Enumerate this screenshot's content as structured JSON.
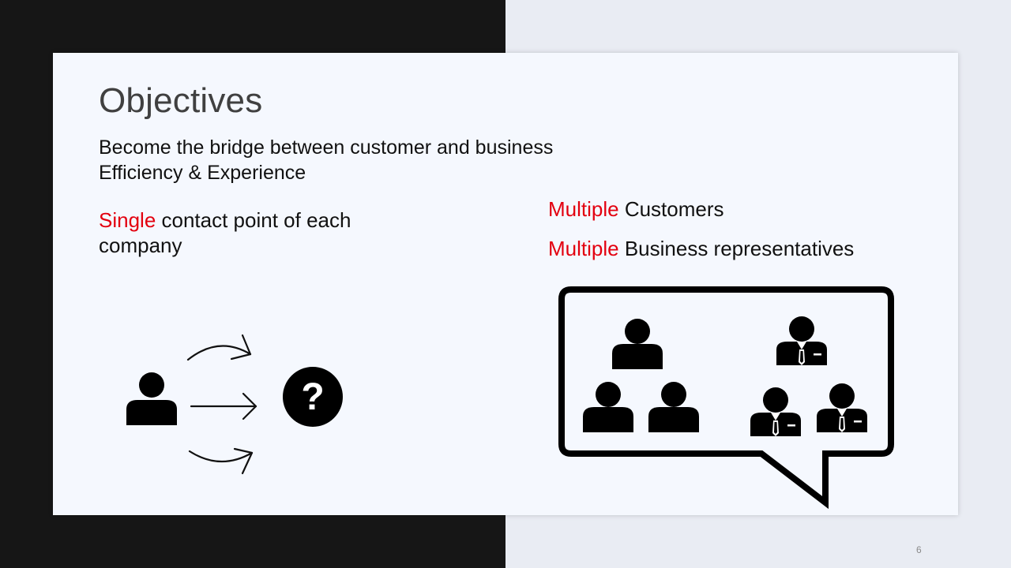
{
  "slide": {
    "title": "Objectives",
    "subtitle_lines": [
      "Become the bridge between customer and business",
      "Efficiency & Experience"
    ],
    "single": {
      "highlight": "Single",
      "text": " contact point of each company"
    },
    "multiple_items": [
      {
        "highlight": "Multiple",
        "text": " Customers"
      },
      {
        "highlight": "Multiple",
        "text": " Business representatives"
      }
    ],
    "page_number": "6"
  },
  "colors": {
    "accent": "#e3000f",
    "left_background": "#161616",
    "right_background": "#e9ecf3",
    "card": "#f5f8fe",
    "title": "#404040"
  },
  "icons": {
    "left_diagram": [
      "person-icon",
      "curved-arrow-up-icon",
      "arrow-right-icon",
      "curved-arrow-down-icon",
      "question-circle-icon"
    ],
    "right_diagram": [
      "speech-bubble-icon",
      "customer-icon",
      "customer-icon",
      "customer-icon",
      "businessman-icon",
      "businessman-icon",
      "businessman-icon"
    ]
  }
}
